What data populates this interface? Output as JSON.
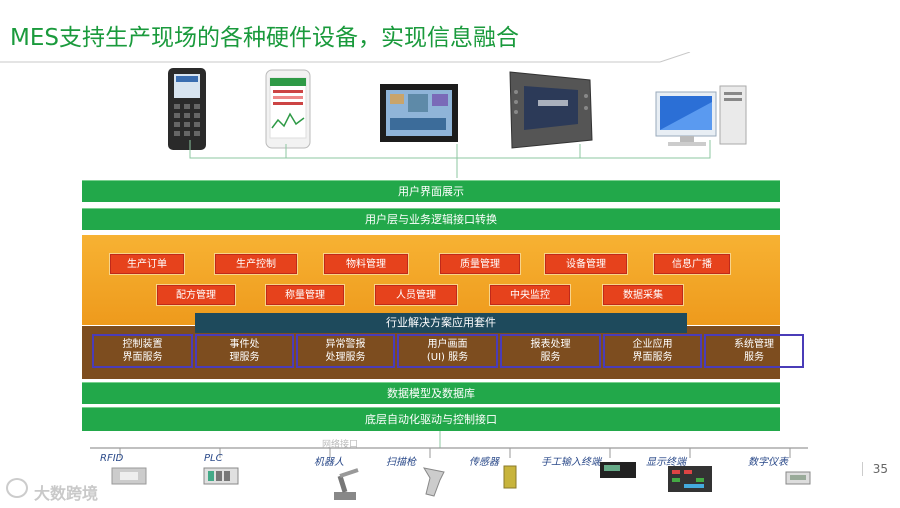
{
  "title": "MES支持生产现场的各种硬件设备，实现信息融合",
  "layers": {
    "ui_display": "用户界面展示",
    "logic_conversion": "用户层与业务逻辑接口转换",
    "industry_suite": "行业解决方案应用套件",
    "data_model": "数据模型及数据库",
    "automation": "底层自动化驱动与控制接口"
  },
  "modules_row1": [
    "生产订单",
    "生产控制",
    "物料管理",
    "质量管理",
    "设备管理",
    "信息广播"
  ],
  "modules_row2": [
    "配方管理",
    "称量管理",
    "人员管理",
    "中央监控",
    "数据采集"
  ],
  "services": [
    "控制装置界面服务",
    "事件处理服务",
    "异常警报处理服务",
    "用户画面(UI) 服务",
    "报表处理服务",
    "企业应用界面服务",
    "系统管理服务"
  ],
  "services_lines": [
    [
      "控制装置",
      "界面服务"
    ],
    [
      "事件处",
      "理服务"
    ],
    [
      "异常警报",
      "处理服务"
    ],
    [
      "用户画面",
      "(UI) 服务"
    ],
    [
      "报表处理",
      "服务"
    ],
    [
      "企业应用",
      "界面服务"
    ],
    [
      "系统管理",
      "服务"
    ]
  ],
  "devices": [
    "RFID",
    "PLC",
    "机器人",
    "扫描枪",
    "传感器",
    "手工输入终端",
    "显示终端",
    "数字仪表"
  ],
  "faded_label": "网络接口",
  "watermark": "大数跨境",
  "page_number": "35",
  "colors": {
    "title_green": "#1a9a3c",
    "bar_green": "#22a84a",
    "orange": "#f2a427",
    "module_red": "#e6421c",
    "brown": "#7d4d1f",
    "suite_dark": "#1e4a5c"
  }
}
